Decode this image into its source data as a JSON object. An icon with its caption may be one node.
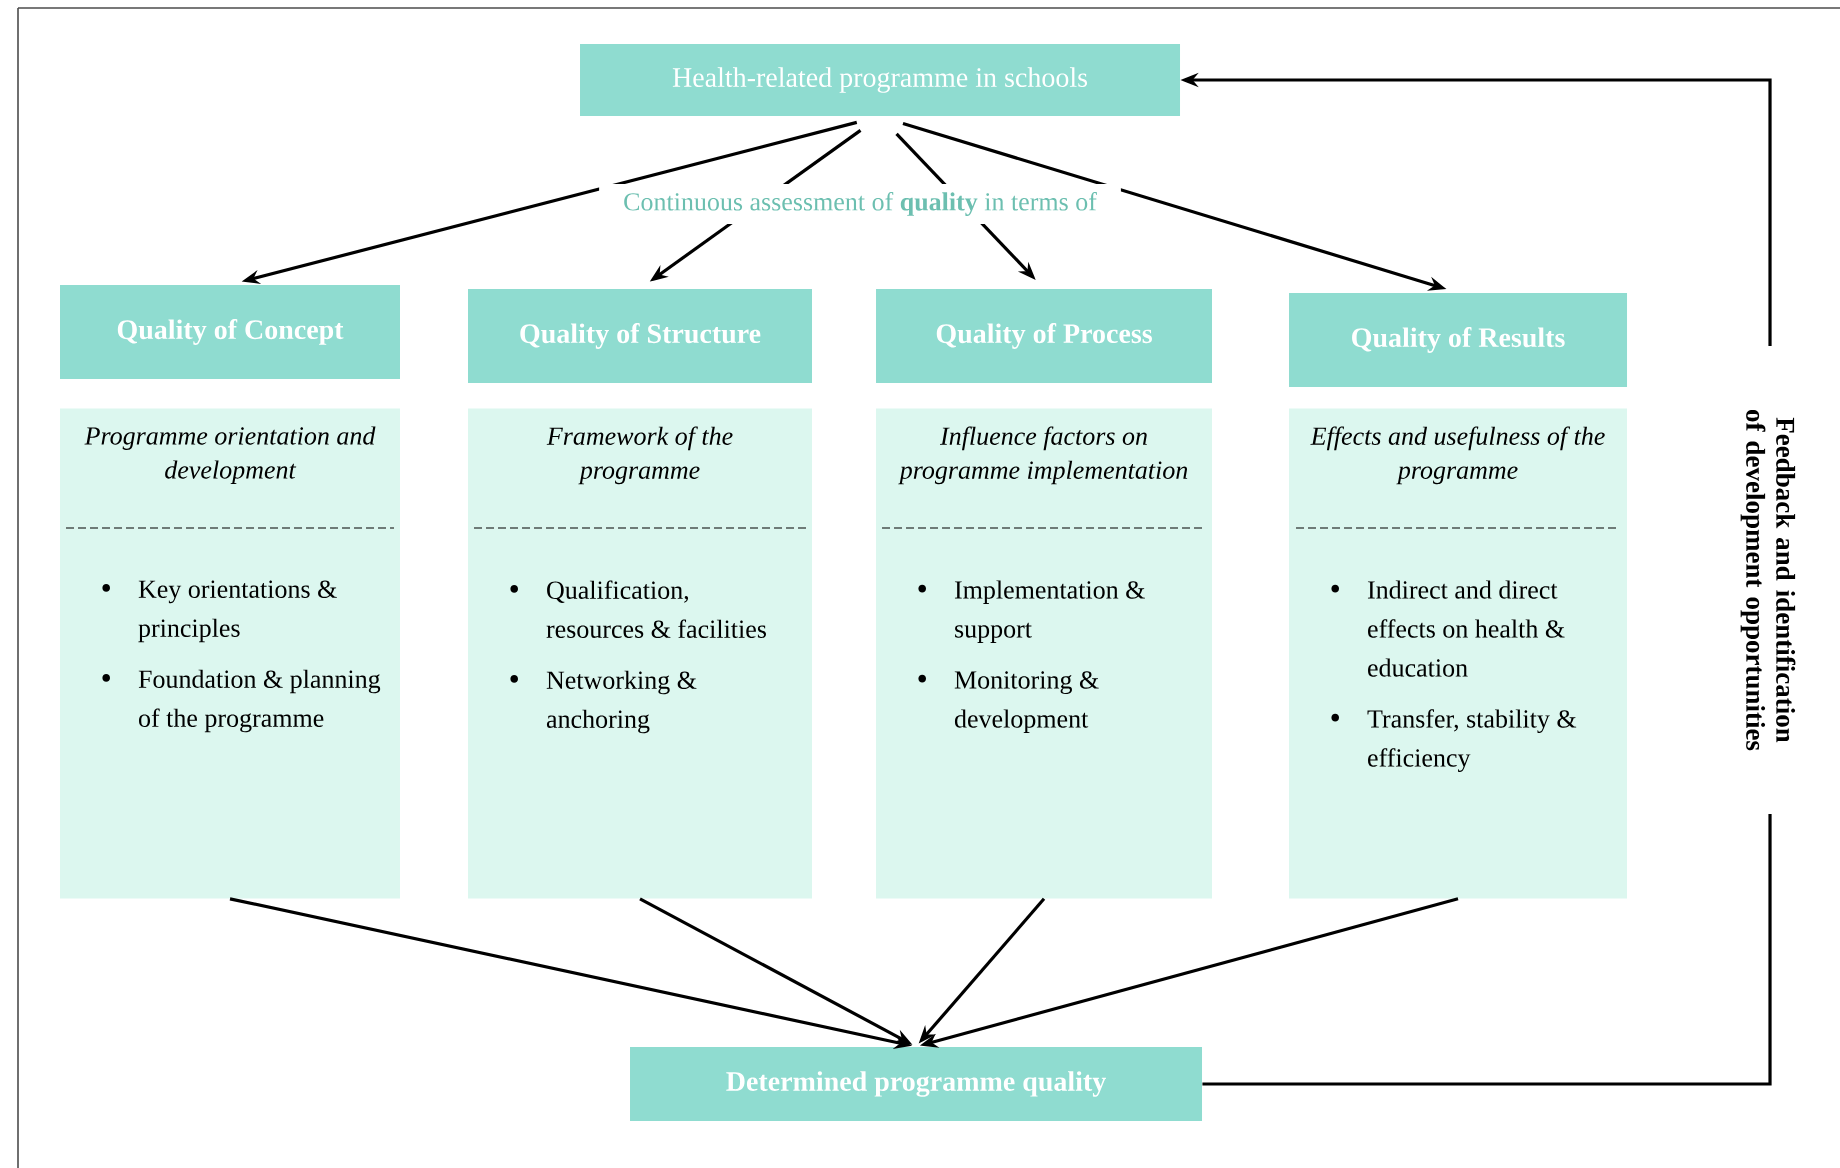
{
  "diagram": {
    "nodes": [
      {
        "text": [
          "Health-related programme in schools"
        ]
      },
      {
        "text": [
          "Quality of Concept"
        ]
      },
      {
        "text": [
          "Programme orientation and development",
          "Key orientations & principles",
          "Foundation & planning of the programme"
        ]
      },
      {
        "text": [
          "Quality of Structure"
        ]
      },
      {
        "text": [
          "Framework of the programme",
          "Qualification, resources & facilities",
          "Networking & anchoring"
        ]
      },
      {
        "text": [
          "Quality of Process"
        ]
      },
      {
        "text": [
          "Influence factors on programme implementation",
          "Implementation & support",
          "Monitoring & development"
        ]
      },
      {
        "text": [
          "Quality of Results"
        ]
      },
      {
        "text": [
          "Effects and usefulness of the programme",
          "Indirect and direct effects on health & education",
          "Transfer, stability & efficiency"
        ]
      },
      {
        "text": [
          "Determined programme quality"
        ]
      }
    ],
    "edges": [
      {
        "from": 0,
        "to": 1,
        "arrow": "to"
      },
      {
        "from": 0,
        "to": 3,
        "arrow": "to"
      },
      {
        "from": 0,
        "to": 5,
        "arrow": "to"
      },
      {
        "from": 0,
        "to": 7,
        "arrow": "to"
      },
      {
        "from": 2,
        "to": 9,
        "arrow": "to"
      },
      {
        "from": 4,
        "to": 9,
        "arrow": "to"
      },
      {
        "from": 6,
        "to": 9,
        "arrow": "to"
      },
      {
        "from": 8,
        "to": 9,
        "arrow": "to"
      },
      {
        "from": 9,
        "to": 0,
        "arrow": "to",
        "label": "Feedback and identification of development opportunities"
      }
    ],
    "labels": [
      "Continuous assessment of **quality** in terms of"
    ]
  }
}
